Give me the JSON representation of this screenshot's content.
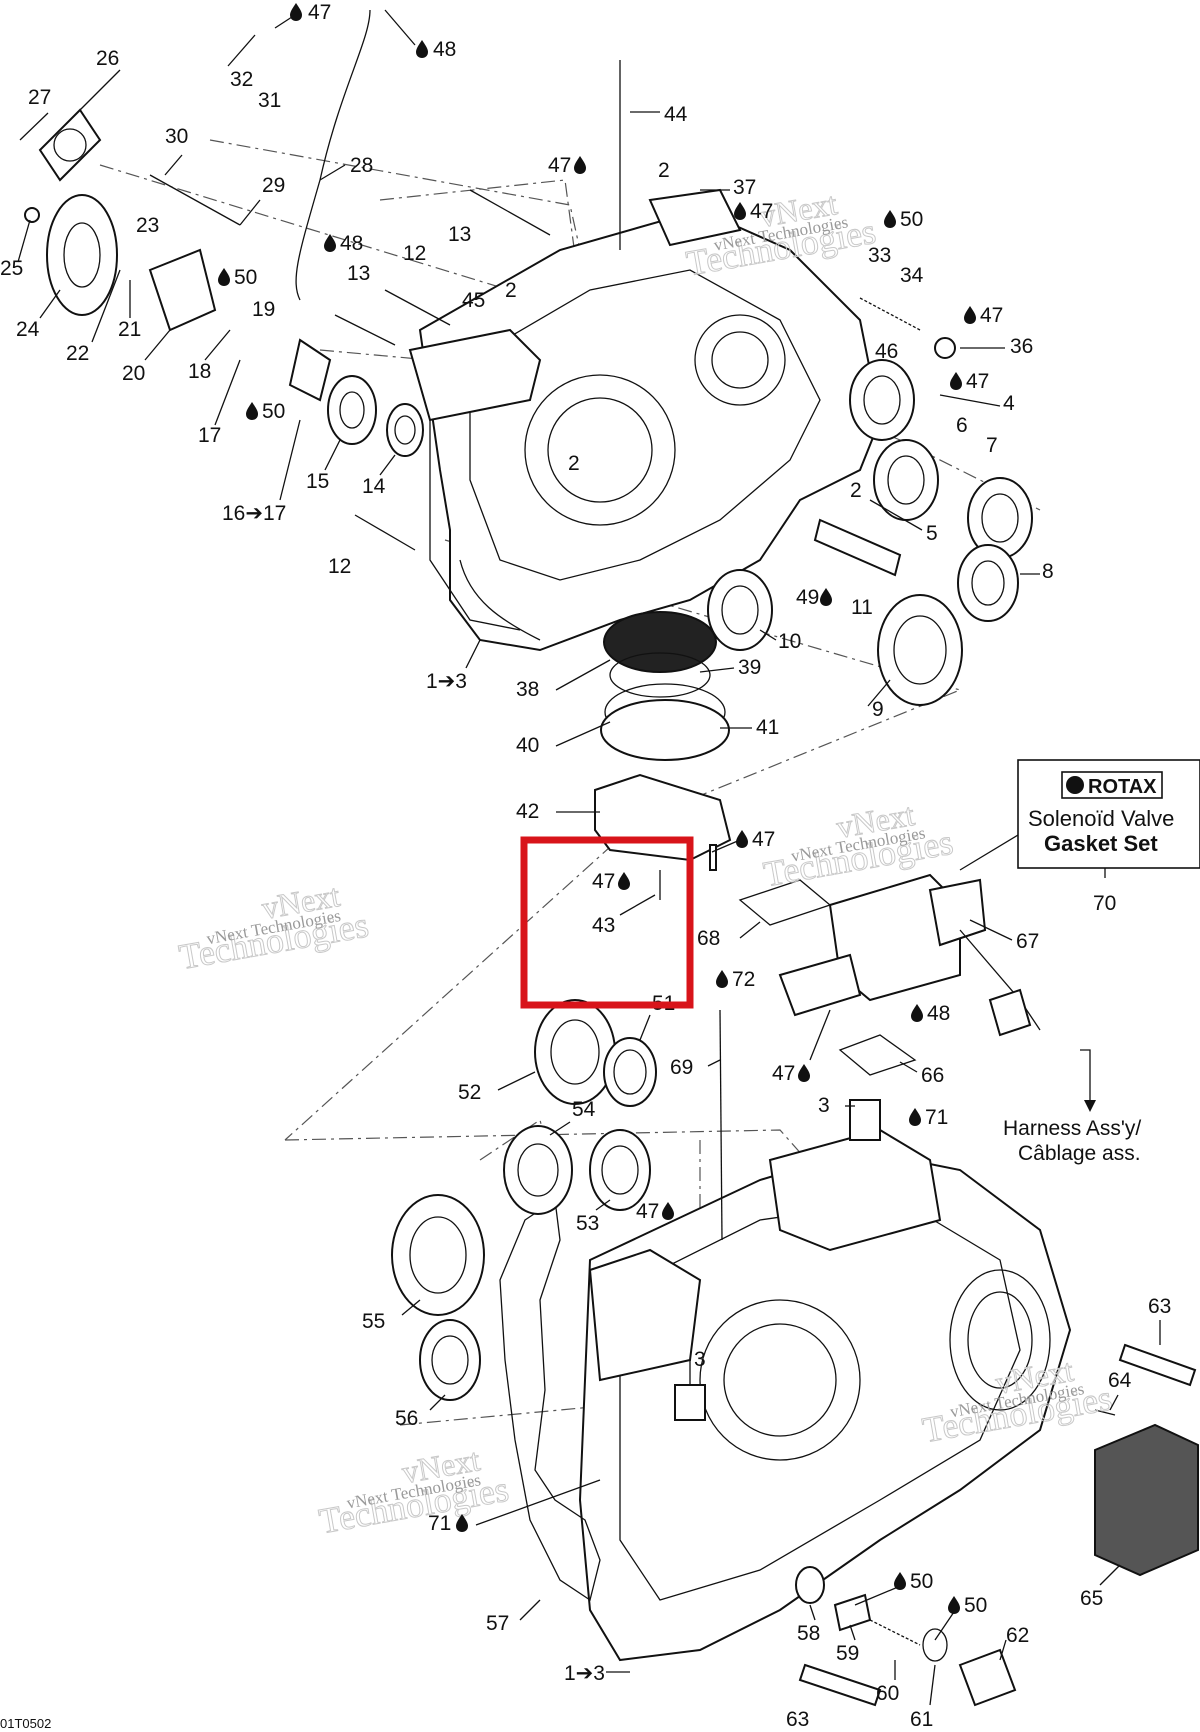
{
  "figure_code": "01T0502",
  "watermark": {
    "line1": "vNext",
    "line2": "Technologies",
    "small": "vNext Technologies"
  },
  "callout_box": {
    "brand": "ROTAX",
    "line1": "Solenoïd Valve",
    "line2": "Gasket Set",
    "number": "70"
  },
  "harness_note": {
    "line1": "Harness Ass'y/",
    "line2": "Câblage ass."
  },
  "highlight": {
    "color": "#d8141a",
    "covers_labels": [
      "47",
      "43"
    ]
  },
  "labels": [
    {
      "text": "47",
      "drop": true
    },
    {
      "text": "48",
      "drop": true
    },
    {
      "text": "32"
    },
    {
      "text": "31"
    },
    {
      "text": "26"
    },
    {
      "text": "27"
    },
    {
      "text": "30"
    },
    {
      "text": "28"
    },
    {
      "text": "29"
    },
    {
      "text": "23"
    },
    {
      "text": "25"
    },
    {
      "text": "24"
    },
    {
      "text": "22"
    },
    {
      "text": "21"
    },
    {
      "text": "20"
    },
    {
      "text": "18"
    },
    {
      "text": "19"
    },
    {
      "text": "17"
    },
    {
      "text": "16➔17"
    },
    {
      "text": "15"
    },
    {
      "text": "14"
    },
    {
      "text": "12"
    },
    {
      "text": "13"
    },
    {
      "text": "45"
    },
    {
      "text": "44"
    },
    {
      "text": "2"
    },
    {
      "text": "37"
    },
    {
      "text": "33"
    },
    {
      "text": "34"
    },
    {
      "text": "36"
    },
    {
      "text": "46"
    },
    {
      "text": "4"
    },
    {
      "text": "6"
    },
    {
      "text": "7"
    },
    {
      "text": "5"
    },
    {
      "text": "8"
    },
    {
      "text": "11"
    },
    {
      "text": "10"
    },
    {
      "text": "9"
    },
    {
      "text": "1➔3"
    },
    {
      "text": "38"
    },
    {
      "text": "39"
    },
    {
      "text": "40"
    },
    {
      "text": "41"
    },
    {
      "text": "42"
    },
    {
      "text": "43"
    },
    {
      "text": "68"
    },
    {
      "text": "67"
    },
    {
      "text": "66"
    },
    {
      "text": "52"
    },
    {
      "text": "51"
    },
    {
      "text": "69"
    },
    {
      "text": "3"
    },
    {
      "text": "54"
    },
    {
      "text": "53"
    },
    {
      "text": "55"
    },
    {
      "text": "56"
    },
    {
      "text": "57"
    },
    {
      "text": "58"
    },
    {
      "text": "59"
    },
    {
      "text": "60"
    },
    {
      "text": "61"
    },
    {
      "text": "62"
    },
    {
      "text": "63"
    },
    {
      "text": "64"
    },
    {
      "text": "65"
    },
    {
      "text": "50",
      "drop": true
    },
    {
      "text": "49",
      "drop": true
    },
    {
      "text": "71",
      "drop": true
    },
    {
      "text": "72",
      "drop": true
    }
  ]
}
